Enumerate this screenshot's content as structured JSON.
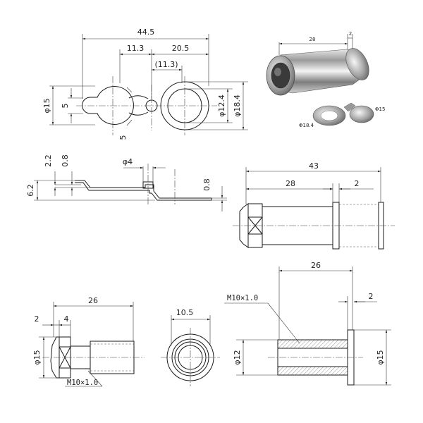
{
  "top_view": {
    "overall_width": "44.5",
    "pivot_offset": "11.3",
    "ring_offset": "20.5",
    "ring_offset_ref": "(11.3)",
    "cover_dia": "φ15",
    "knob_height": "5",
    "knob_width": "5",
    "ring_inner_dia": "φ12.4",
    "ring_outer_dia": "φ18.4"
  },
  "side_view": {
    "height": "6.2",
    "step": "2.2",
    "thickness": "0.8",
    "pin_dia": "φ4",
    "plate_thickness": "0.8"
  },
  "assembly": {
    "total_length": "43",
    "body_length": "28",
    "flange": "2"
  },
  "male_part": {
    "length": "26",
    "flange": "2",
    "head": "4",
    "dia": "φ15",
    "thread": "M10×1.0"
  },
  "end_view": {
    "width": "10.5"
  },
  "female_part": {
    "length": "26",
    "flange": "2",
    "thread": "M10×1.0",
    "inner_dia": "φ12",
    "outer_dia": "φ15"
  },
  "photo": {
    "length_label": "28",
    "flange_label": "2",
    "ring_label": "Φ18.4",
    "cover_label": "Φ15"
  }
}
